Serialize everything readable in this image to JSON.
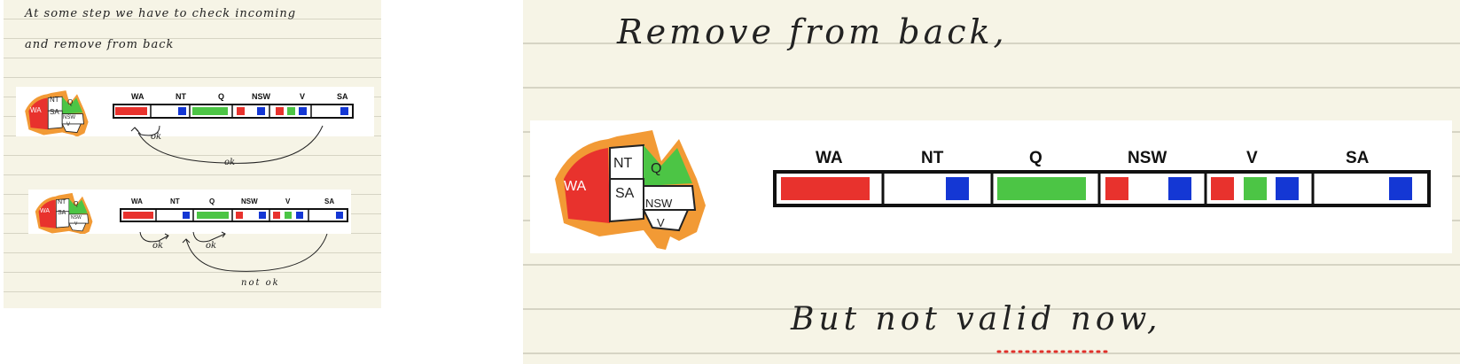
{
  "left_notes": {
    "line1": "At some step we have to check incoming",
    "line2": "and remove from back",
    "arrow1_label": "ok",
    "arrow2_label": "ok",
    "arrow3_label": "ok",
    "arrow4_label": "ok",
    "arrow5_label": "not ok"
  },
  "right_notes": {
    "heading": "Remove from back,",
    "footer": "But not valid now,"
  },
  "map": {
    "regions": [
      "WA",
      "NT",
      "Q",
      "SA",
      "NSW",
      "V"
    ]
  },
  "table": {
    "columns": [
      "WA",
      "NT",
      "Q",
      "NSW",
      "V",
      "SA"
    ]
  },
  "colors": {
    "red": "#e8322d",
    "green": "#4cc545",
    "blue": "#1437d4",
    "orange": "#f29a35",
    "underline": "#e0302a"
  }
}
